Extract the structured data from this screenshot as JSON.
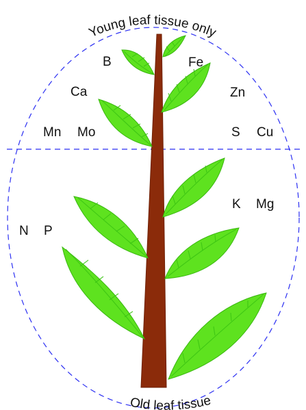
{
  "diagram": {
    "top_label": "Young leaf tissue only",
    "bottom_label": "Old leaf tissue",
    "upper_left": {
      "b": "B",
      "ca": "Ca",
      "mn": "Mn",
      "mo": "Mo"
    },
    "upper_right": {
      "fe": "Fe",
      "zn": "Zn",
      "s": "S",
      "cu": "Cu"
    },
    "lower_left": {
      "n": "N",
      "p": "P"
    },
    "lower_right": {
      "k": "K",
      "mg": "Mg"
    },
    "colors": {
      "leaf": "#5ee21f",
      "leaf_stroke": "#39b70f",
      "stem": "#8b2b0a",
      "boundary": "#2b2ff2",
      "text": "#111111"
    }
  }
}
